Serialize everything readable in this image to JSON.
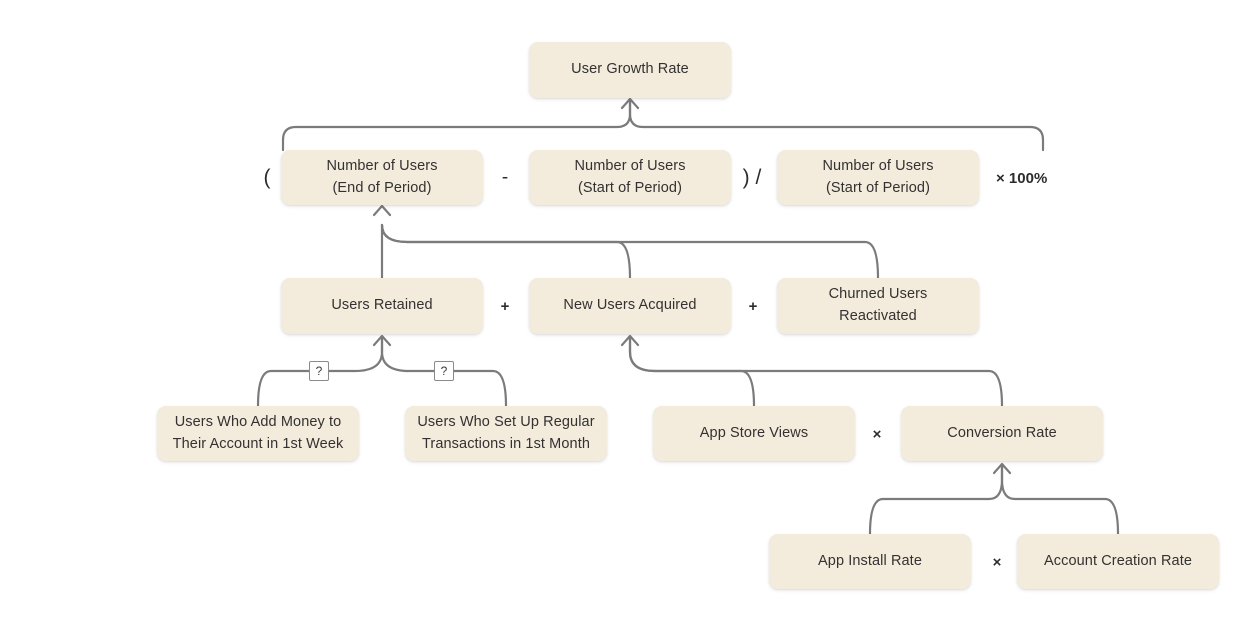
{
  "diagram": {
    "title": "User Growth Rate metric tree",
    "background_color": "#ffffff",
    "node_fill_color": "#f3ecdd",
    "edge_color": "#7b7b7b",
    "text_color": "#333131"
  },
  "nodes": [
    {
      "id": "user-growth-rate",
      "label": "User Growth Rate"
    },
    {
      "id": "users-end-of-period",
      "label": "Number of Users\n(End of Period)"
    },
    {
      "id": "users-start-of-period-1",
      "label": "Number of Users\n(Start of Period)"
    },
    {
      "id": "users-start-of-period-2",
      "label": "Number of Users\n(Start of Period)"
    },
    {
      "id": "users-retained",
      "label": "Users Retained"
    },
    {
      "id": "new-users-acquired",
      "label": "New Users Acquired"
    },
    {
      "id": "churned-users-reactivated",
      "label": "Churned Users\nReactivated"
    },
    {
      "id": "users-add-money",
      "label": "Users Who Add Money to\nTheir Account in 1st Week"
    },
    {
      "id": "users-regular-transactions",
      "label": "Users Who Set Up Regular\nTransactions in 1st Month"
    },
    {
      "id": "app-store-views",
      "label": "App Store Views"
    },
    {
      "id": "conversion-rate",
      "label": "Conversion Rate"
    },
    {
      "id": "app-install-rate",
      "label": "App Install Rate"
    },
    {
      "id": "account-creation-rate",
      "label": "Account Creation Rate"
    }
  ],
  "operators": {
    "open_paren": "(",
    "minus": "-",
    "close_paren_divide": ") /",
    "times_100": "× 100%",
    "plus_1": "+",
    "plus_2": "+",
    "times_1": "×",
    "times_2": "×"
  },
  "badges": {
    "question_1": "?",
    "question_2": "?"
  }
}
